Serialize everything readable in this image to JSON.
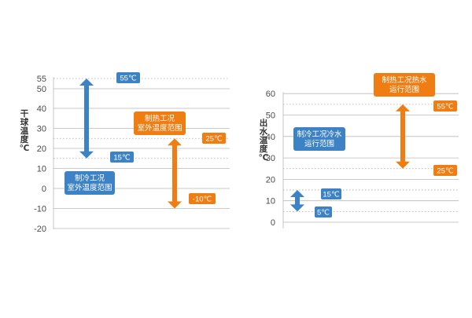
{
  "colors": {
    "cooling": "#3c82c4",
    "heating": "#ef7d12",
    "grid": "#b9b9b9",
    "dotted": "#a9a9a9",
    "tick": "#4a4a4a"
  },
  "chart_data": [
    {
      "type": "range",
      "ylabel": "干球温度℃",
      "ylim": [
        -20,
        55
      ],
      "ticks": [
        -20,
        -10,
        0,
        10,
        20,
        30,
        40,
        50,
        55
      ],
      "dotted_lines": [
        55,
        25,
        15
      ],
      "ranges": [
        {
          "name": "制冷工况室外温度范围",
          "min": 15,
          "max": 55,
          "min_label": "15℃",
          "max_label": "55℃",
          "color": "#3c82c4"
        },
        {
          "name": "制热工况室外温度范围",
          "min": -10,
          "max": 25,
          "min_label": "-10℃",
          "max_label": "25℃",
          "color": "#ef7d12"
        }
      ]
    },
    {
      "type": "range",
      "ylabel": "出水温度℃",
      "ylim": [
        0,
        60
      ],
      "ticks": [
        0,
        10,
        20,
        30,
        40,
        50,
        60
      ],
      "dotted_lines": [
        55,
        25,
        15,
        5
      ],
      "ranges": [
        {
          "name": "制冷工况冷水运行范围",
          "min": 5,
          "max": 15,
          "min_label": "5℃",
          "max_label": "15℃",
          "color": "#3c82c4"
        },
        {
          "name": "制热工况热水运行范围",
          "min": 25,
          "max": 55,
          "min_label": "25℃",
          "max_label": "55℃",
          "color": "#ef7d12"
        }
      ]
    }
  ]
}
